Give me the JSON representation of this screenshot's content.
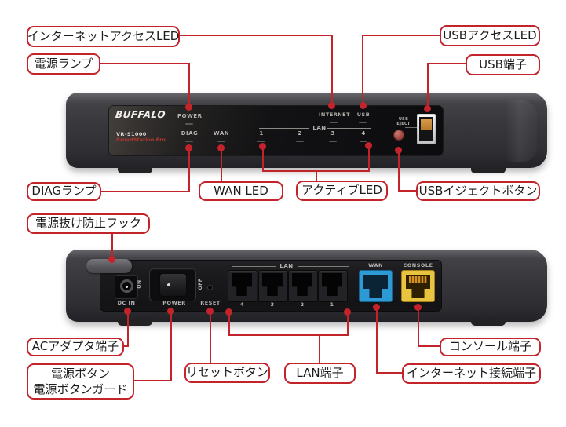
{
  "colors": {
    "callout_red": "#c3232a",
    "wan_port_blue": "#2d9ad5",
    "console_port_yellow": "#e9c53f",
    "brand_series_red": "#b3372e"
  },
  "front": {
    "logo": "BUFFALO",
    "model": "VR-S1000",
    "series": "BroadStation Pro",
    "power_label": "POWER",
    "diag_label": "DIAG",
    "wan_label": "WAN",
    "internet_label": "INTERNET",
    "usb_label": "USB",
    "lan_label": "LAN",
    "lan_numbers": [
      "1",
      "2",
      "3",
      "4"
    ],
    "usb_eject_line1": "USB",
    "usb_eject_line2": "EJECT"
  },
  "rear": {
    "dc_in_label": "DC IN",
    "on_label": "ON",
    "off_label": "OFF",
    "power_label": "POWER",
    "reset_label": "RESET",
    "lan_label": "LAN",
    "lan_numbers": [
      "4",
      "3",
      "2",
      "1"
    ],
    "wan_label": "WAN",
    "console_label": "CONSOLE"
  },
  "callouts": {
    "internet_access_led": "インターネットアクセスLED",
    "power_lamp": "電源ランプ",
    "usb_access_led": "USBアクセスLED",
    "usb_port": "USB端子",
    "diag_lamp": "DIAGランプ",
    "wan_led": "WAN LED",
    "active_led": "アクティブLED",
    "usb_eject_button": "USBイジェクトボタン",
    "power_unplug_hook": "電源抜け防止フック",
    "ac_adapter_port": "ACアダプタ端子",
    "power_button": "電源ボタン",
    "power_button_guard": "電源ボタンガード",
    "reset_button": "リセットボタン",
    "lan_ports": "LAN端子",
    "console_port": "コンソール端子",
    "internet_port": "インターネット接続端子"
  }
}
